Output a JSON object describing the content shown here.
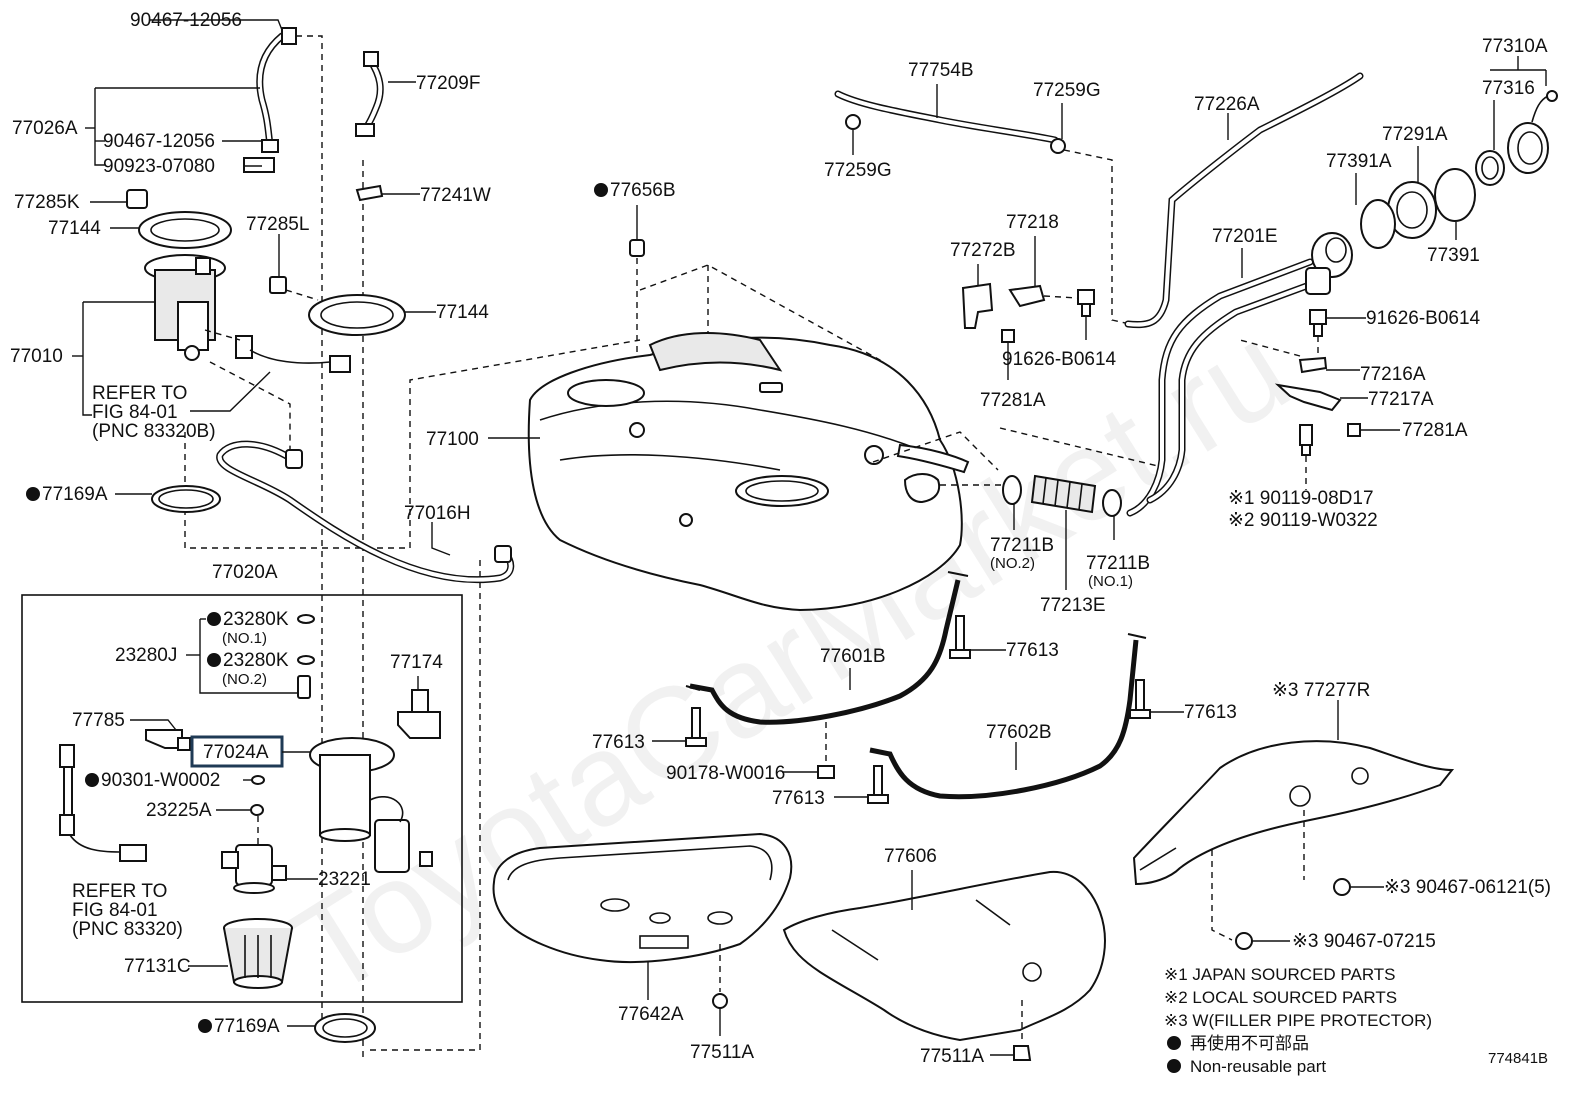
{
  "watermark": "ToyotaCarMarket.ru",
  "figure_id": "774841B",
  "refer_1": {
    "line1": "REFER TO",
    "line2": "FIG 84-01",
    "line3": "(PNC 83320B)"
  },
  "refer_2": {
    "line1": "REFER TO",
    "line2": "FIG 84-01",
    "line3": "(PNC 83320)"
  },
  "labels": {
    "p9046712056_top": "90467-12056",
    "p77026A": "77026A",
    "p9046712056": "90467-12056",
    "p9092307080": "90923-07080",
    "p77285K": "77285K",
    "p77144_left": "77144",
    "p77285L": "77285L",
    "p77010": "77010",
    "p77209F": "77209F",
    "p77241W": "77241W",
    "p77144_mid": "77144",
    "p77169A_top": "77169A",
    "p77016H": "77016H",
    "p77020A": "77020A",
    "p23280K_1": "23280K",
    "p23280K_1n": "(NO.1)",
    "p23280J": "23280J",
    "p23280K_2": "23280K",
    "p23280K_2n": "(NO.2)",
    "p77174": "77174",
    "p77785": "77785",
    "p77024A": "77024A",
    "p90301W0002": "90301-W0002",
    "p23225A": "23225A",
    "p23221": "23221",
    "p77131C": "77131C",
    "p77169A_bot": "77169A",
    "p77656B": "77656B",
    "p77100": "77100",
    "p77754B": "77754B",
    "p77259G_top": "77259G",
    "p77259G_left": "77259G",
    "p77226A": "77226A",
    "p77218": "77218",
    "p77272B": "77272B",
    "p9162606014_mid": "91626-B0614",
    "p77281A_mid": "77281A",
    "p77201E": "77201E",
    "p77310A": "77310A",
    "p77316": "77316",
    "p77291A": "77291A",
    "p77391A": "77391A",
    "p77391": "77391",
    "p9162606014_right": "91626-B0614",
    "p77216A": "77216A",
    "p77217A": "77217A",
    "p77281A_right": "77281A",
    "p9011908D17": "※1 90119-08D17",
    "p90119W0322": "※2 90119-W0322",
    "p77211B_left": "77211B",
    "p77211B_left_n": "(NO.2)",
    "p77211B_right": "77211B",
    "p77211B_right_n": "(NO.1)",
    "p77213E": "77213E",
    "p77601B": "77601B",
    "p77613_a": "77613",
    "p77613_b": "77613",
    "p77613_c": "77613",
    "p77613_d": "77613",
    "p77602B": "77602B",
    "p90178W0016": "90178-W0016",
    "p77277R": "※3 77277R",
    "p9046706121": "※3 90467-06121(5)",
    "p9046707215": "※3 90467-07215",
    "p77606": "77606",
    "p77642A": "77642A",
    "p77511A_left": "77511A",
    "p77511A_right": "77511A"
  },
  "legend": {
    "note1": "※1 JAPAN SOURCED PARTS",
    "note2": "※2 LOCAL SOURCED PARTS",
    "note3": "※3 W(FILLER PIPE PROTECTOR)",
    "nonreuse_jp": "再使用不可部品",
    "nonreuse_en": "Non-reusable part"
  },
  "highlighted_part": "77024A"
}
